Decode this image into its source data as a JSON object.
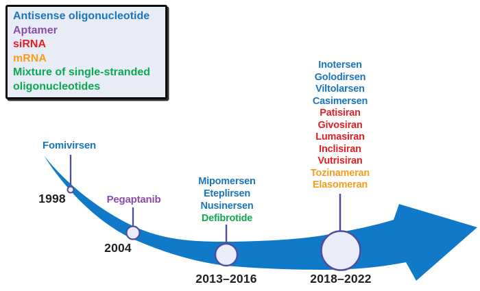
{
  "figure": {
    "description": "Timeline of oligonucleotide drug approvals shown on a curved blue arrow"
  },
  "colors": {
    "antisense_blue": "#1B75BC",
    "aptamer_purple": "#8B4BA8",
    "sirna_red": "#E11F26",
    "mrna_orange": "#F59D1D",
    "mixture_green": "#0FA751",
    "swoosh": "#1079C8",
    "stem": "#4C4C9E",
    "node_fill": "#E9ECF9",
    "node_stroke": "#504C9E",
    "year_text": "#231F20",
    "legend_bg": "#E7ECF7",
    "legend_border": "#0C0C0C"
  },
  "legend": {
    "items": [
      {
        "label": "Antisense oligonucleotide",
        "color": "#1B75BC"
      },
      {
        "label": "Aptamer",
        "color": "#8B4BA8"
      },
      {
        "label": "siRNA",
        "color": "#E11F26"
      },
      {
        "label": "mRNA",
        "color": "#F59D1D"
      },
      {
        "label": "Mixture of single-stranded oligonucleotides",
        "color": "#0FA751"
      }
    ]
  },
  "timeline": {
    "milestones": [
      {
        "year": "1998",
        "drugs": [
          {
            "name": "Fomivirsen",
            "color": "#1B75BC"
          }
        ]
      },
      {
        "year": "2004",
        "drugs": [
          {
            "name": "Pegaptanib",
            "color": "#8B4BA8"
          }
        ]
      },
      {
        "year": "2013–2016",
        "drugs": [
          {
            "name": "Mipomersen",
            "color": "#1B75BC"
          },
          {
            "name": "Eteplirsen",
            "color": "#1B75BC"
          },
          {
            "name": "Nusinersen",
            "color": "#1B75BC"
          },
          {
            "name": "Defibrotide",
            "color": "#0FA751"
          }
        ]
      },
      {
        "year": "2018–2022",
        "drugs": [
          {
            "name": "Inotersen",
            "color": "#1B75BC"
          },
          {
            "name": "Golodirsen",
            "color": "#1B75BC"
          },
          {
            "name": "Viltolarsen",
            "color": "#1B75BC"
          },
          {
            "name": "Casimersen",
            "color": "#1B75BC"
          },
          {
            "name": "Patisiran",
            "color": "#E11F26"
          },
          {
            "name": "Givosiran",
            "color": "#E11F26"
          },
          {
            "name": "Lumasiran",
            "color": "#E11F26"
          },
          {
            "name": "Inclisiran",
            "color": "#E11F26"
          },
          {
            "name": "Vutrisiran",
            "color": "#E11F26"
          },
          {
            "name": "Tozinameran",
            "color": "#F59D1D"
          },
          {
            "name": "Elasomeran",
            "color": "#F59D1D"
          }
        ]
      }
    ]
  }
}
